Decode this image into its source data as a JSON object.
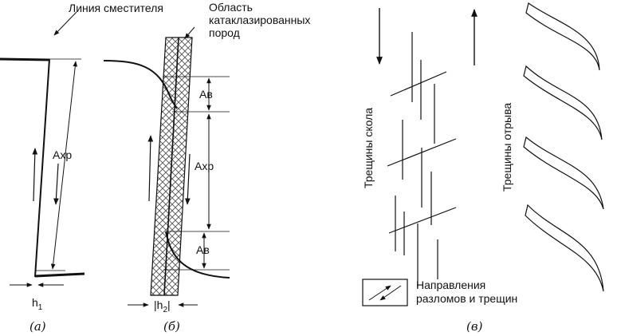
{
  "labels": {
    "fault_line": "Линия сместителя",
    "cataclasite_area": [
      "Область",
      "катаклазированных",
      "пород"
    ],
    "axr": "Axp",
    "av": "Ав",
    "h1": "h",
    "h1_sub": "1",
    "h2": "|h",
    "h2_sub": "2",
    "h2_close": "|",
    "shear_cracks": "Трещины скола",
    "tension_cracks": "Трещины отрыва",
    "legend": [
      "Направления",
      "разломов и трещин"
    ]
  },
  "captions": [
    "(а)",
    "(б)",
    "(в)"
  ],
  "colors": {
    "ink": "#111111",
    "hatch": "#555555"
  }
}
